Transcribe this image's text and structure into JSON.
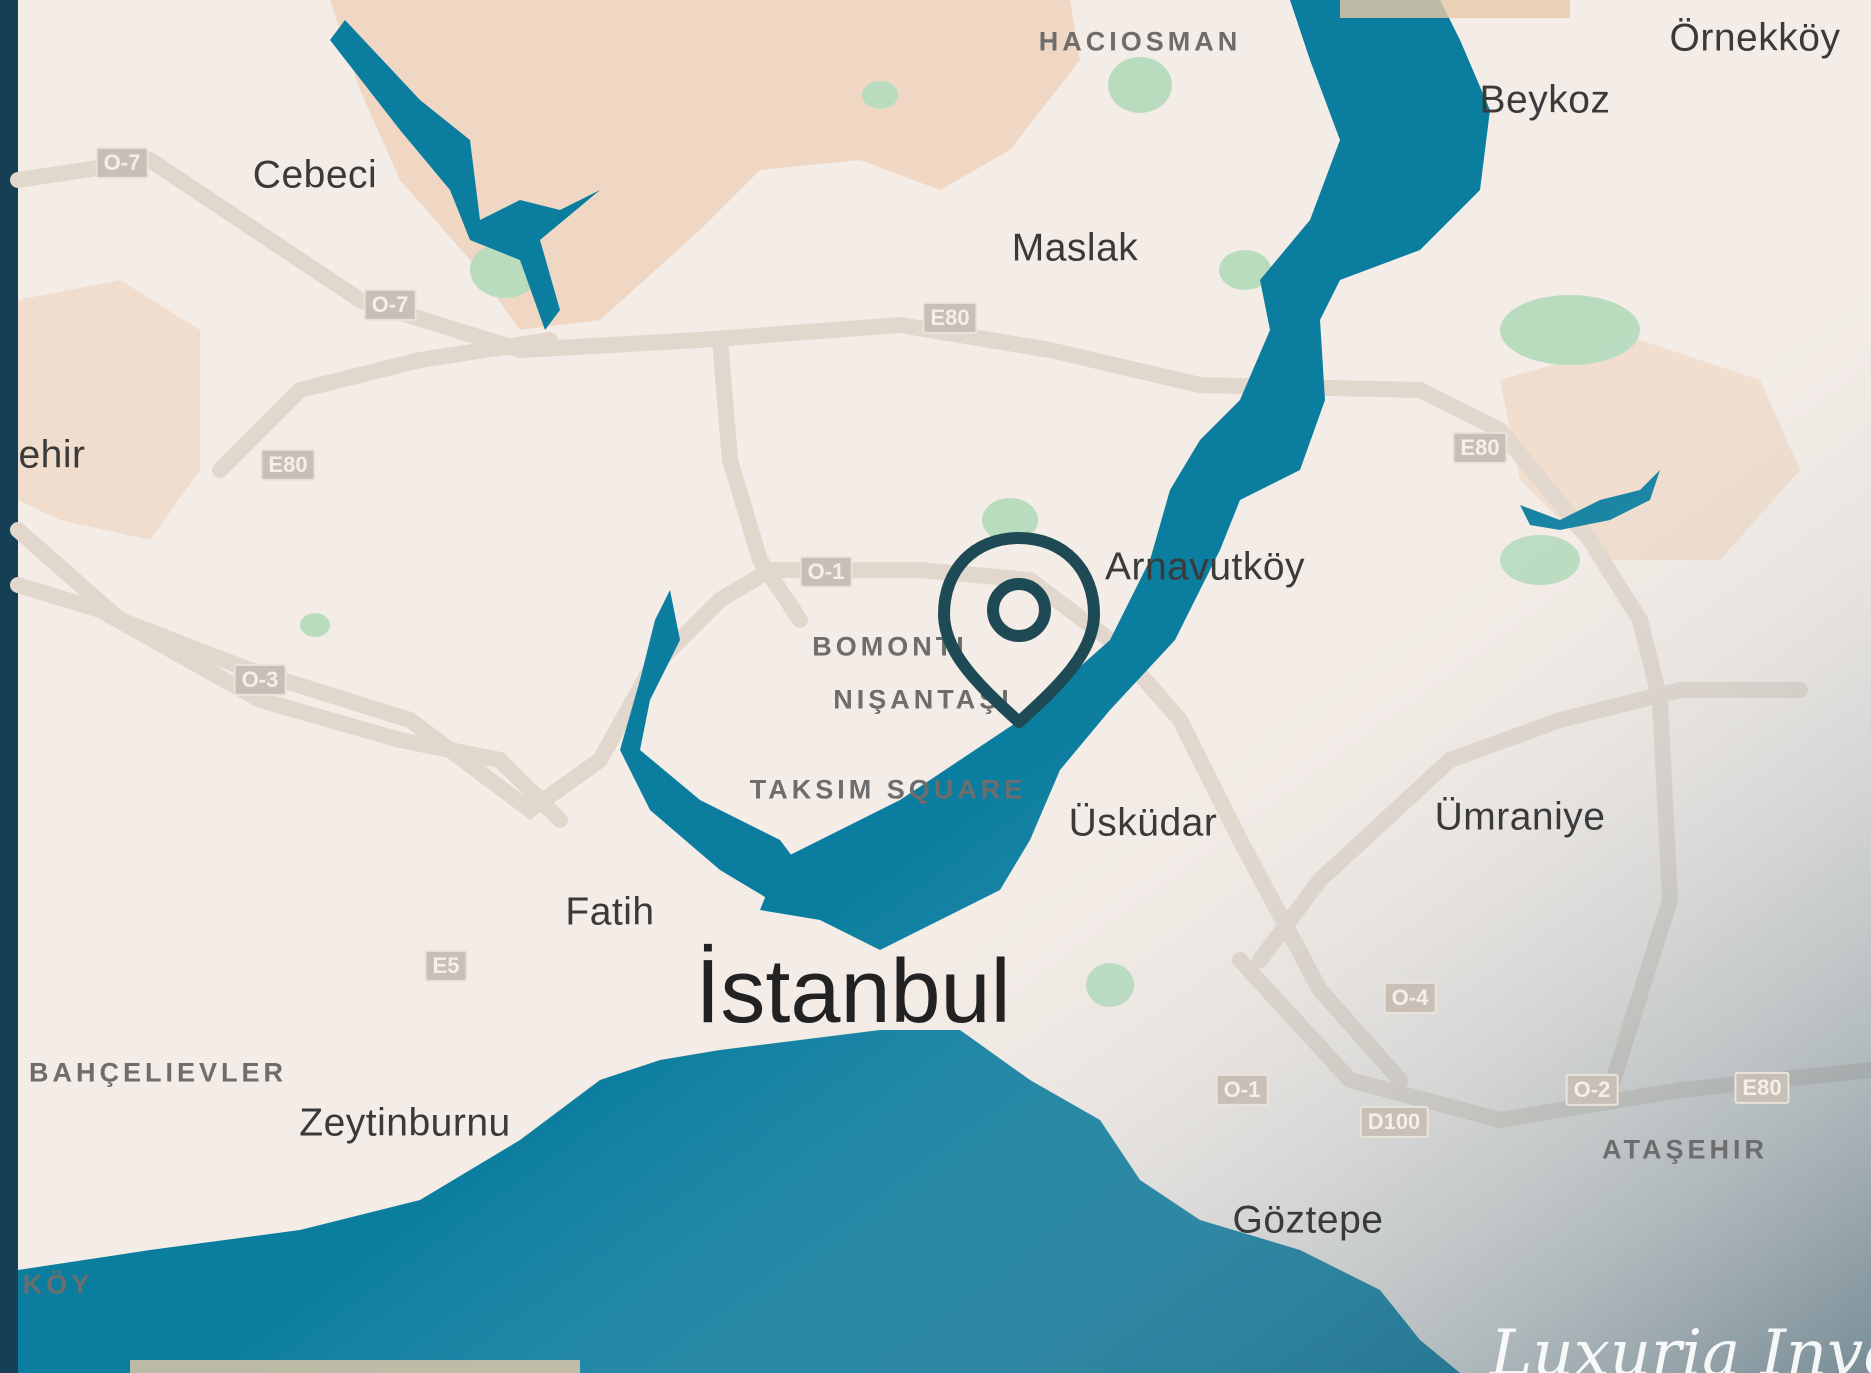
{
  "map": {
    "colors": {
      "water": "#0b7d9f",
      "land": "#f4ece6",
      "hills": "#efd3bd",
      "park": "#b9dcbf",
      "road": "#e7ddd3",
      "frame": "#143f55"
    },
    "labels": {
      "haciosman": "HACIOSMAN",
      "ornekkoy": "Örnekköy",
      "beykoz": "Beykoz",
      "cebeci": "Cebeci",
      "maslak": "Maslak",
      "sehir": "ehir",
      "arnavutkoy": "Arnavutköy",
      "bomonti": "BOMONTI",
      "nisantasi": "NIŞANTAŞI",
      "taksim": "TAKSIM SQUARE",
      "uskudar": "Üsküdar",
      "umraniye": "Ümraniye",
      "fatih": "Fatih",
      "istanbul": "İstanbul",
      "bahcelievler": "BAHÇELIEVLER",
      "zeytinburnu": "Zeytinburnu",
      "atasehir": "ATAŞEHIR",
      "goztepe": "Göztepe",
      "koy": "KÖY"
    },
    "shields": [
      {
        "id": "o7a",
        "text": "O-7"
      },
      {
        "id": "o7b",
        "text": "O-7"
      },
      {
        "id": "e80a",
        "text": "E80"
      },
      {
        "id": "e80b",
        "text": "E80"
      },
      {
        "id": "e80c",
        "text": "E80"
      },
      {
        "id": "o1a",
        "text": "O-1"
      },
      {
        "id": "o3",
        "text": "O-3"
      },
      {
        "id": "e5",
        "text": "E5"
      },
      {
        "id": "o4",
        "text": "O-4"
      },
      {
        "id": "o1b",
        "text": "O-1"
      },
      {
        "id": "d100",
        "text": "D100"
      },
      {
        "id": "o2",
        "text": "O-2"
      },
      {
        "id": "e80d",
        "text": "E80"
      }
    ],
    "pin_icon": "map-pin-icon"
  },
  "watermark": "Luxuria Invest"
}
